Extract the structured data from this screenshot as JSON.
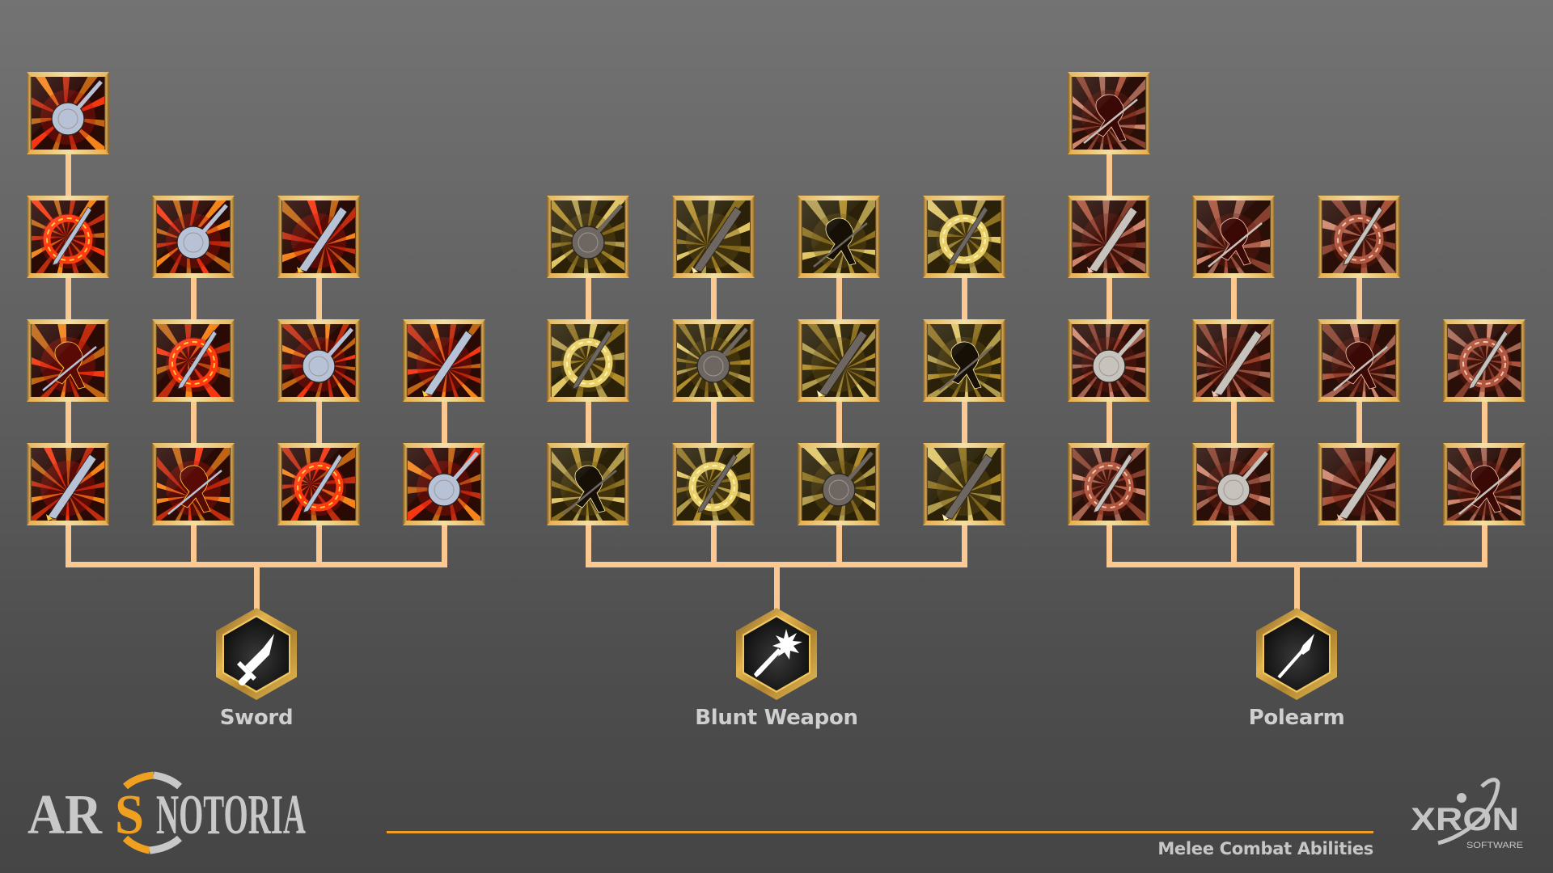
{
  "title": "Melee Combat Abilities",
  "brand": {
    "game_logo": {
      "prefix": "AR",
      "emphasis": "S",
      "suffix": "NOTORIA",
      "full": "ARS NOTORIA"
    },
    "studio_logo": {
      "name": "XRON",
      "tagline": "SOFTWARE"
    }
  },
  "colors": {
    "background_top": "#737373",
    "background_bottom": "#454545",
    "connector": "#fcc891",
    "accent_line": "#f0a020",
    "frame_gold": "#e6b860",
    "label_text": "#cfcfcf",
    "sword_theme": "#e8391a",
    "blunt_theme": "#d9b84a",
    "polearm_theme": "#a0503a"
  },
  "categories": [
    {
      "id": "sword",
      "label": "Sword",
      "icon": "sword-icon",
      "theme": "fire",
      "columns": [
        {
          "abilities": [
            {
              "row": 0,
              "icon": "sword-fire-ring-icon"
            },
            {
              "row": 1,
              "icon": "sword-crossed-ring-icon"
            },
            {
              "row": 2,
              "icon": "sword-flame-burst-icon"
            },
            {
              "row": 3,
              "icon": "sword-flame-slash-icon"
            }
          ]
        },
        {
          "abilities": [
            {
              "row": 1,
              "icon": "sword-downward-explosion-icon"
            },
            {
              "row": 2,
              "icon": "twin-swords-explosion-icon"
            },
            {
              "row": 3,
              "icon": "sword-thrust-explosion-icon"
            }
          ]
        },
        {
          "abilities": [
            {
              "row": 1,
              "icon": "sword-ground-crack-icon"
            },
            {
              "row": 2,
              "icon": "sword-upward-rays-icon"
            },
            {
              "row": 3,
              "icon": "sword-fire-wave-icon"
            }
          ]
        },
        {
          "abilities": [
            {
              "row": 2,
              "icon": "warrior-spin-leap-icon"
            },
            {
              "row": 3,
              "icon": "warrior-dash-slash-icon"
            }
          ]
        }
      ]
    },
    {
      "id": "blunt",
      "label": "Blunt Weapon",
      "icon": "mace-icon",
      "theme": "gold",
      "columns": [
        {
          "abilities": [
            {
              "row": 1,
              "icon": "shield-slam-ground-icon"
            },
            {
              "row": 2,
              "icon": "spiked-mace-spin-icon"
            },
            {
              "row": 3,
              "icon": "kick-stomp-icon"
            }
          ]
        },
        {
          "abilities": [
            {
              "row": 1,
              "icon": "mace-shatter-icon"
            },
            {
              "row": 2,
              "icon": "mace-radiant-strike-icon"
            },
            {
              "row": 3,
              "icon": "flail-swing-icon"
            }
          ]
        },
        {
          "abilities": [
            {
              "row": 1,
              "icon": "shield-throw-icon"
            },
            {
              "row": 2,
              "icon": "shield-shockwave-icon"
            },
            {
              "row": 3,
              "icon": "shield-bash-icon"
            }
          ]
        },
        {
          "abilities": [
            {
              "row": 1,
              "icon": "shield-charge-icon"
            },
            {
              "row": 2,
              "icon": "shield-whirl-icon"
            },
            {
              "row": 3,
              "icon": "mace-leap-attack-icon"
            }
          ]
        }
      ]
    },
    {
      "id": "polearm",
      "label": "Polearm",
      "icon": "spear-icon",
      "theme": "copper",
      "columns": [
        {
          "abilities": [
            {
              "row": 0,
              "icon": "spear-spin-vortex-icon"
            },
            {
              "row": 1,
              "icon": "spear-swirl-thrust-icon"
            },
            {
              "row": 2,
              "icon": "spear-butt-strike-icon"
            },
            {
              "row": 3,
              "icon": "spear-downward-impale-icon"
            }
          ]
        },
        {
          "abilities": [
            {
              "row": 1,
              "icon": "spear-lunge-icon"
            },
            {
              "row": 2,
              "icon": "twin-spear-strike-icon"
            },
            {
              "row": 3,
              "icon": "spear-piercing-thrust-icon"
            }
          ]
        },
        {
          "abilities": [
            {
              "row": 1,
              "icon": "spear-multi-thrust-icon"
            },
            {
              "row": 2,
              "icon": "spear-ground-slam-icon"
            },
            {
              "row": 3,
              "icon": "spear-rush-icon"
            }
          ]
        },
        {
          "abilities": [
            {
              "row": 2,
              "icon": "spear-vault-leap-icon"
            },
            {
              "row": 3,
              "icon": "spear-sweep-stance-icon"
            }
          ]
        }
      ]
    }
  ]
}
